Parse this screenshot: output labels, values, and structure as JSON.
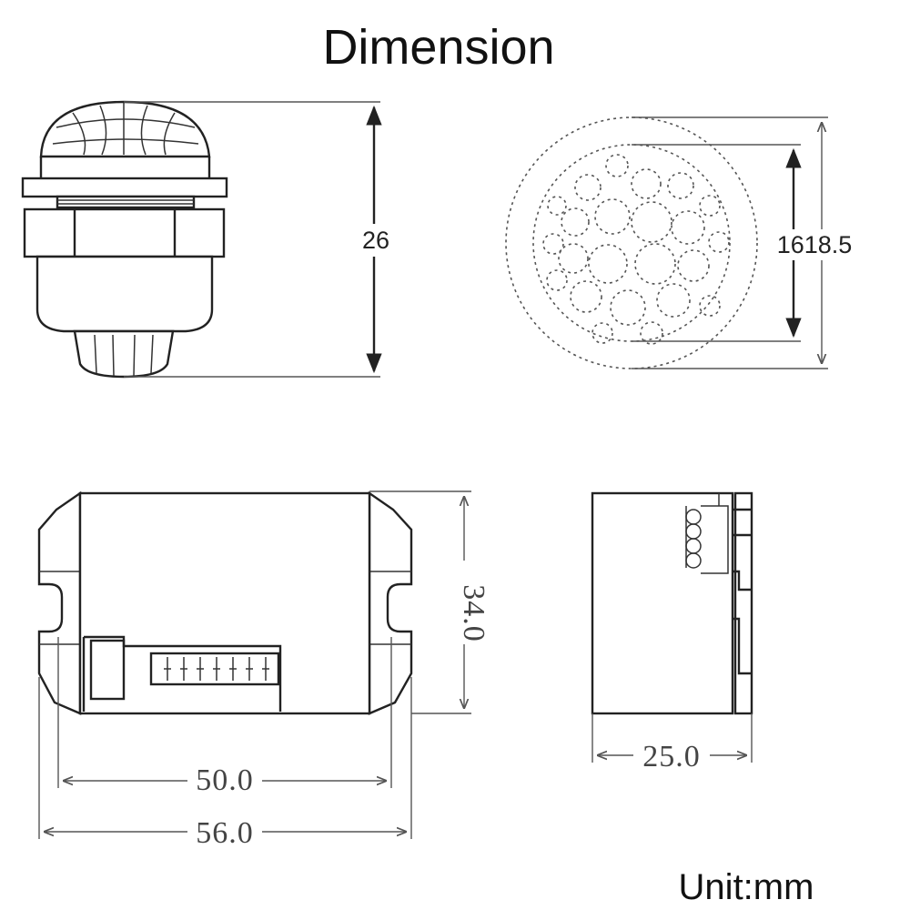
{
  "title": "Dimension",
  "unit_label": "Unit:mm",
  "dimensions": {
    "sensor_height": "26",
    "lens_diameters": "1618.5",
    "module_height": "34.0",
    "module_inner_width": "50.0",
    "module_outer_width": "56.0",
    "module_depth": "25.0"
  },
  "colors": {
    "line": "#222222",
    "dimension_line": "#555555",
    "background": "#ffffff"
  }
}
